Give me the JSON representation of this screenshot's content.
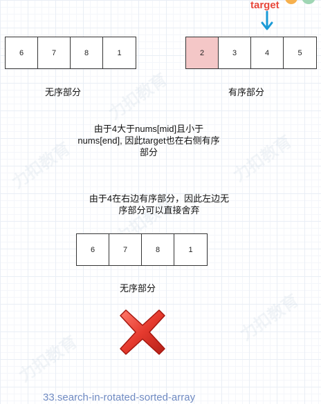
{
  "left_array": {
    "cells": [
      "6",
      "7",
      "8",
      "1"
    ],
    "caption": "无序部分"
  },
  "right_array": {
    "cells": [
      "2",
      "3",
      "4",
      "5"
    ],
    "caption": "有序部分",
    "highlight_index": 0,
    "target_label": "target"
  },
  "note1": {
    "line1": "由于4大于nums[mid]且小于",
    "line2": "nums[end], 因此target也在右侧有序",
    "line3": "部分"
  },
  "note2": {
    "line1": "由于4在右边有序部分，因此左边无",
    "line2": "序部分可以直接舍弃"
  },
  "bottom_array": {
    "cells": [
      "6",
      "7",
      "8",
      "1"
    ],
    "caption": "无序部分"
  },
  "discard_icon": "cross-icon",
  "title": "33.search-in-rotated-sorted-array",
  "watermark_text": "力扣教育",
  "colors": {
    "highlight": "#f4c7c7",
    "target": "#e8473a",
    "arrow": "#1a9ad6",
    "cross": "#e53a2e",
    "title": "#6f8ac2"
  }
}
